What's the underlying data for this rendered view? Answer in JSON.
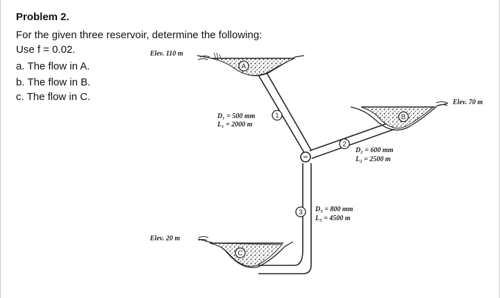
{
  "problem": {
    "title": "Problem 2.",
    "intro": "For the given three reservoir, determine the following:",
    "given": "Use f = 0.02.",
    "tasks": [
      "a. The flow in A.",
      "b. The flow in B.",
      "c. The flow in C."
    ]
  },
  "figure": {
    "reservoirs": [
      {
        "label": "A",
        "elevation": "Elev. 110 m"
      },
      {
        "label": "B",
        "elevation": "Elev. 70 m"
      },
      {
        "label": "C",
        "elevation": "Elev. 20 m"
      }
    ],
    "pipes": [
      {
        "label": "1",
        "diameter": "D₁ = 500 mm",
        "length": "L₁ = 2000 m"
      },
      {
        "label": "2",
        "diameter": "D₂ = 600 mm",
        "length": "L₂ = 2500 m"
      },
      {
        "label": "3",
        "diameter": "D₃ = 800 mm",
        "length": "L₃ = 4500 m"
      }
    ]
  }
}
